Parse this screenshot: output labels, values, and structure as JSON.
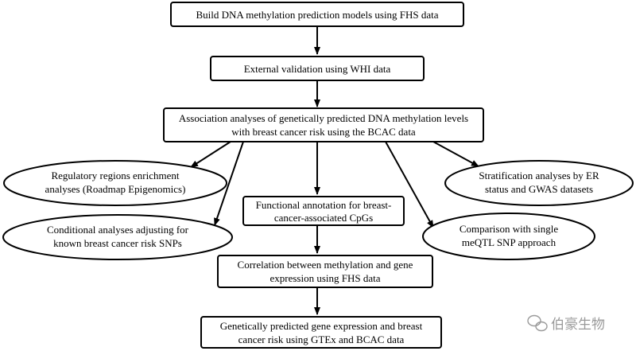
{
  "nodes": {
    "build_models": {
      "lines": [
        "Build DNA methylation prediction models using FHS data"
      ]
    },
    "external_validation": {
      "lines": [
        "External validation using WHI data"
      ]
    },
    "association_analyses": {
      "lines": [
        "Association analyses of genetically predicted DNA methylation levels",
        "with breast cancer risk using the BCAC data"
      ]
    },
    "regulatory_enrichment": {
      "lines": [
        "Regulatory regions enrichment",
        "analyses (Roadmap Epigenomics)"
      ]
    },
    "conditional_analyses": {
      "lines": [
        "Conditional analyses adjusting for",
        "known breast cancer risk SNPs"
      ]
    },
    "functional_annotation": {
      "lines": [
        "Functional annotation for breast-",
        "cancer-associated CpGs"
      ]
    },
    "stratification_analyses": {
      "lines": [
        "Stratification analyses by ER",
        "status and GWAS datasets"
      ]
    },
    "meqtl_comparison": {
      "lines": [
        "Comparison with single",
        "meQTL SNP approach"
      ]
    },
    "methylation_expression_correlation": {
      "lines": [
        "Correlation between methylation and gene",
        "expression using FHS data"
      ]
    },
    "gene_expression_risk": {
      "lines": [
        "Genetically predicted gene expression and breast",
        "cancer risk using GTEx and BCAC data"
      ]
    }
  },
  "watermark": {
    "text": "伯豪生物",
    "icon": "wechat-icon"
  },
  "colors": {
    "stroke": "#000000",
    "fill": "#ffffff",
    "watermark": "#9a9a9a"
  }
}
